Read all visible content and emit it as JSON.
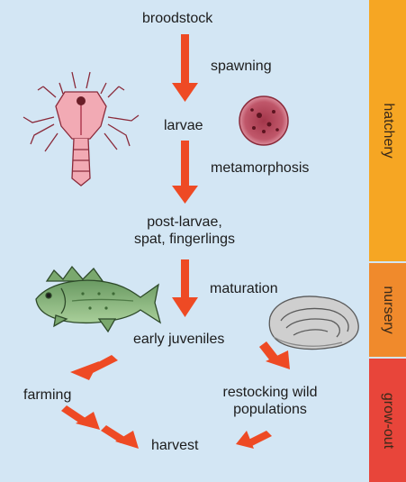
{
  "stages": {
    "broodstock": "broodstock",
    "larvae": "larvae",
    "post_larvae_line1": "post-larvae,",
    "post_larvae_line2": "spat, fingerlings",
    "early_juveniles": "early juveniles",
    "farming": "farming",
    "restocking_line1": "restocking wild",
    "restocking_line2": "populations",
    "harvest": "harvest"
  },
  "processes": {
    "spawning": "spawning",
    "metamorphosis": "metamorphosis",
    "maturation": "maturation"
  },
  "phases": [
    {
      "label": "hatchery",
      "color": "#f6a623"
    },
    {
      "label": "nursery",
      "color": "#f08a2c"
    },
    {
      "label": "grow-out",
      "color": "#e8453a"
    }
  ],
  "colors": {
    "background": "#d3e6f4",
    "arrow": "#ee4a24"
  },
  "illustrations": [
    "shrimp-larva-icon",
    "oyster-spat-icon",
    "bass-fish-icon",
    "oyster-icon"
  ]
}
